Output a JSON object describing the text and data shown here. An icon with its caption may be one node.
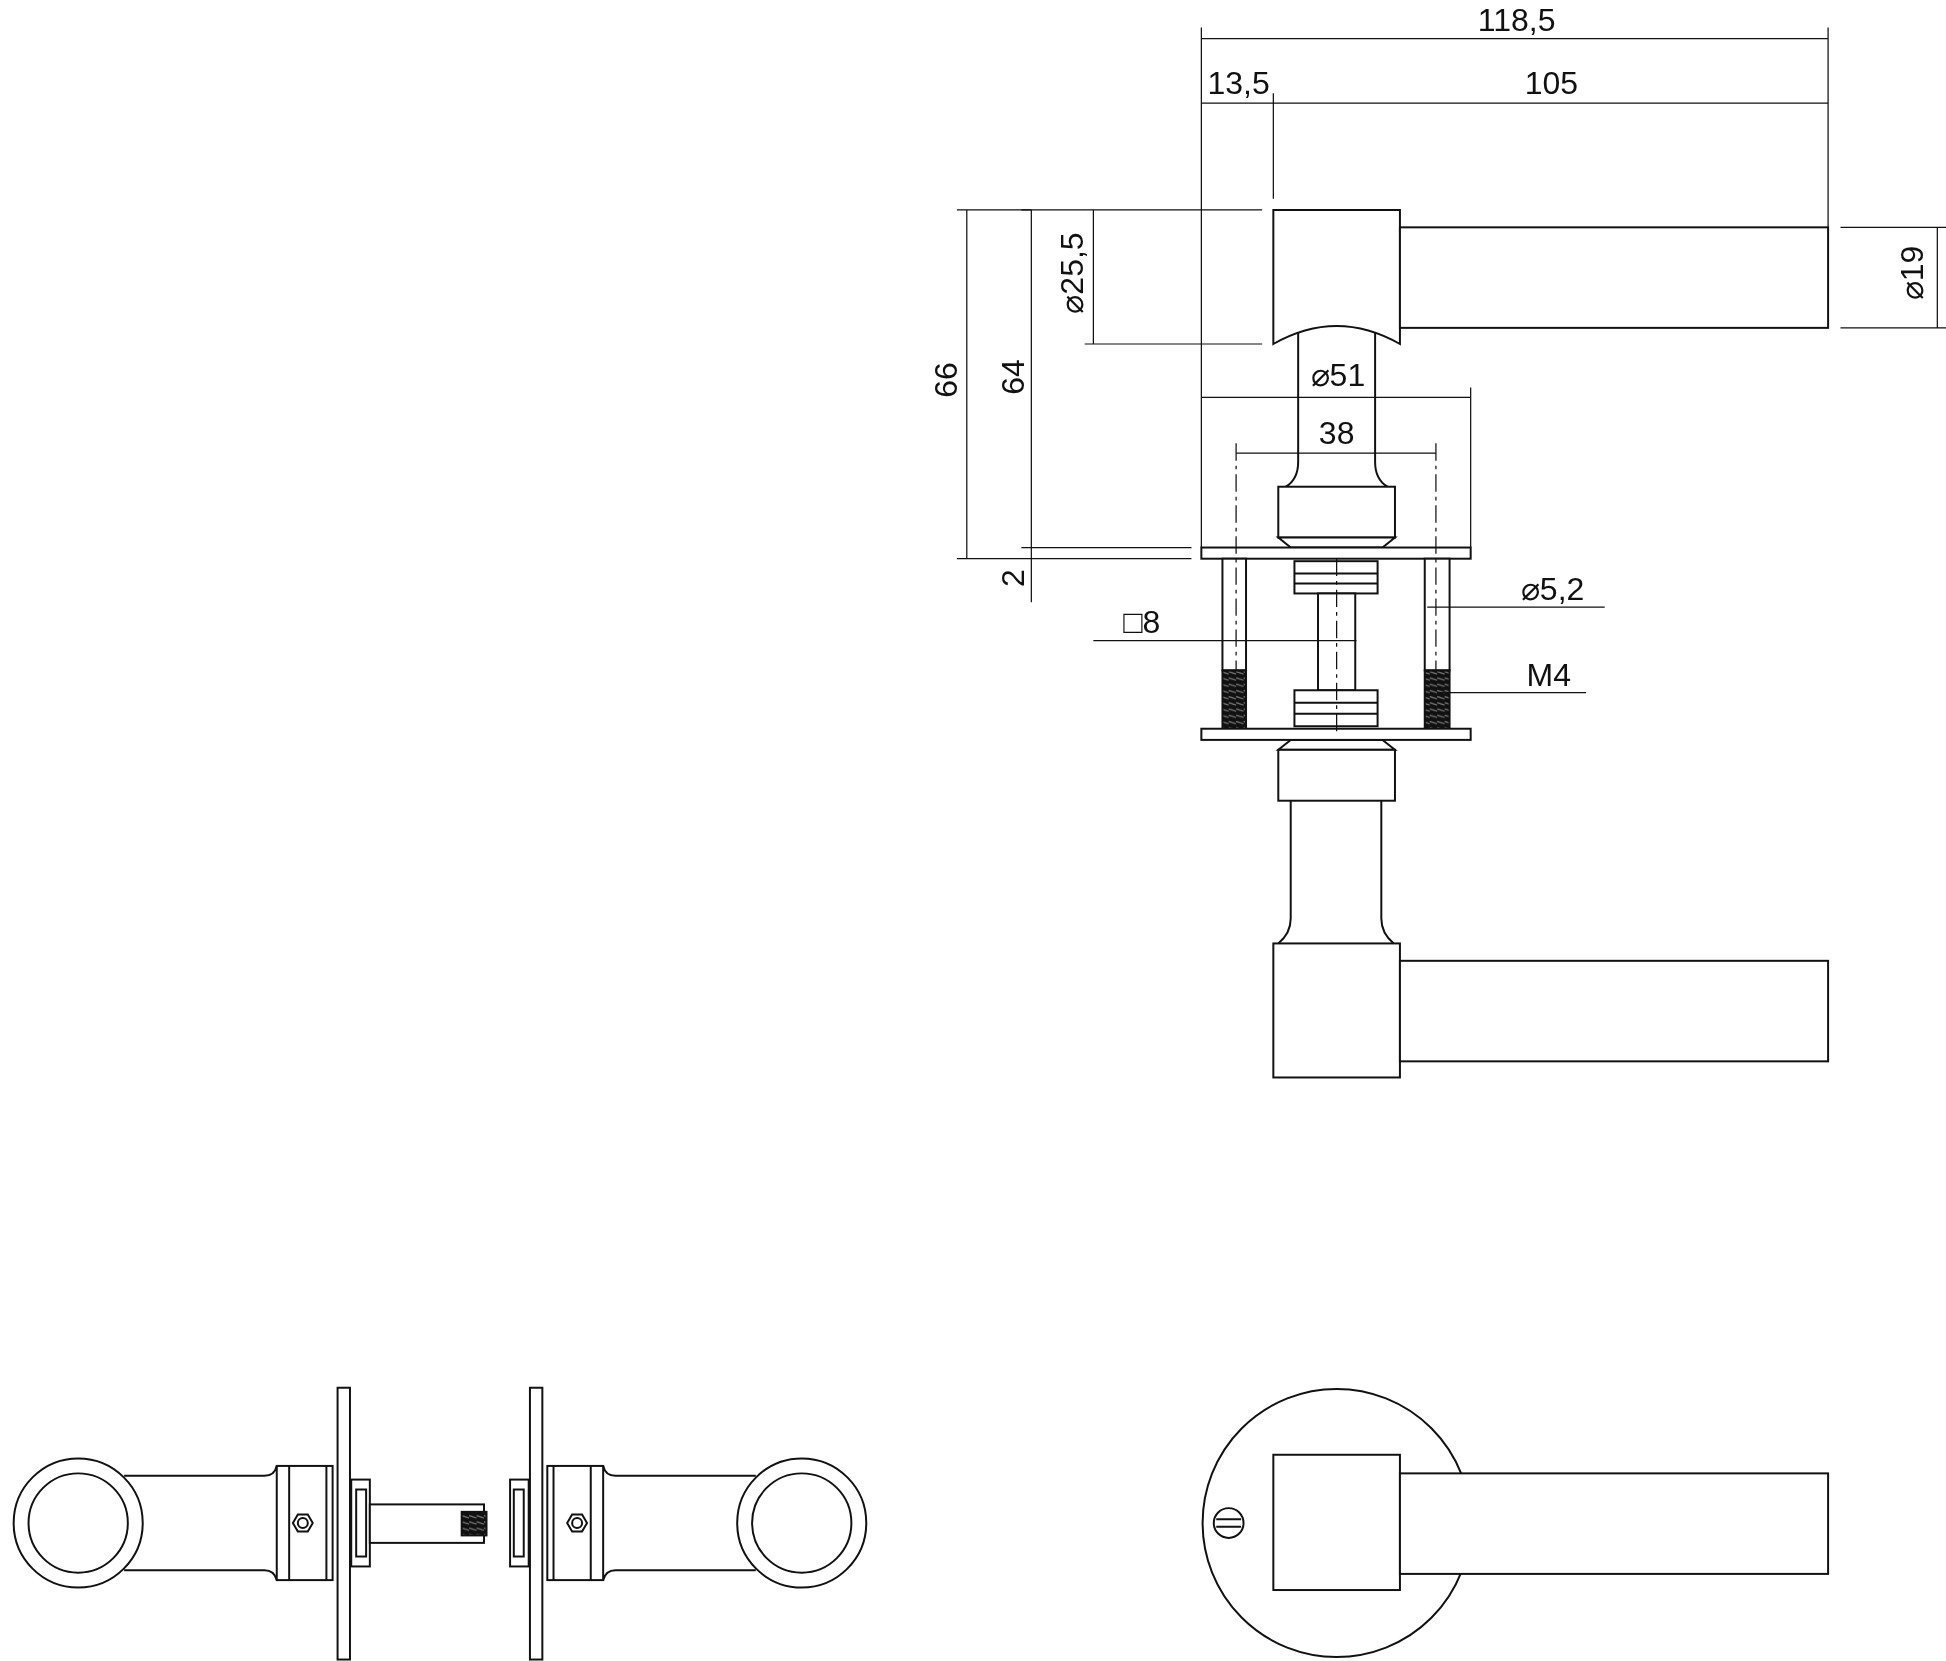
{
  "diagram": {
    "nodes": [
      {
        "text": [
          "⌀5,2"
        ]
      },
      {
        "text": [
          "□8"
        ]
      },
      {
        "text": [
          "M4"
        ]
      }
    ],
    "edges": [
      {
        "from": 0,
        "to": null,
        "arrow": "none"
      },
      {
        "from": 1,
        "to": null,
        "arrow": "none"
      },
      {
        "from": 2,
        "to": null,
        "arrow": "none"
      }
    ],
    "labels": [
      "118,5",
      "13,5",
      "105",
      "⌀25,5",
      "⌀19",
      "66",
      "64",
      "⌀51",
      "38",
      "2"
    ]
  }
}
